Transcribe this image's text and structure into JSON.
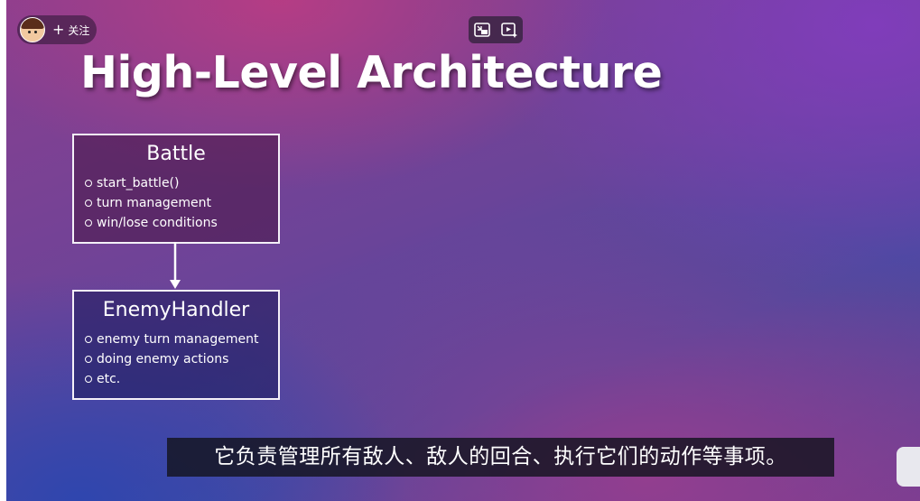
{
  "overlay": {
    "follow_plus": "+",
    "follow_label": "关注"
  },
  "slide": {
    "title": "High-Level Architecture",
    "boxes": [
      {
        "title": "Battle",
        "items": [
          "start_battle()",
          "turn management",
          "win/lose conditions"
        ]
      },
      {
        "title": "EnemyHandler",
        "items": [
          "enemy turn management",
          "doing enemy actions",
          "etc."
        ]
      }
    ]
  },
  "subtitle": "它负责管理所有敌人、敌人的回合、执行它们的动作等事项。",
  "colors": {
    "box_border": "#f4f0f8",
    "subtitle_bg": "#14141e",
    "text": "#ffffff"
  }
}
